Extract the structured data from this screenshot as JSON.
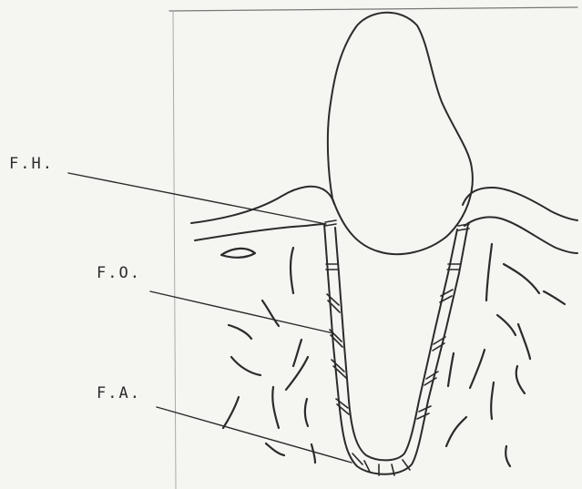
{
  "labels": {
    "fh": "F.H.",
    "fo": "F.O.",
    "fa": "F.A."
  },
  "colors": {
    "ink": "#2b2b2b",
    "paper": "#f5f5f2"
  }
}
